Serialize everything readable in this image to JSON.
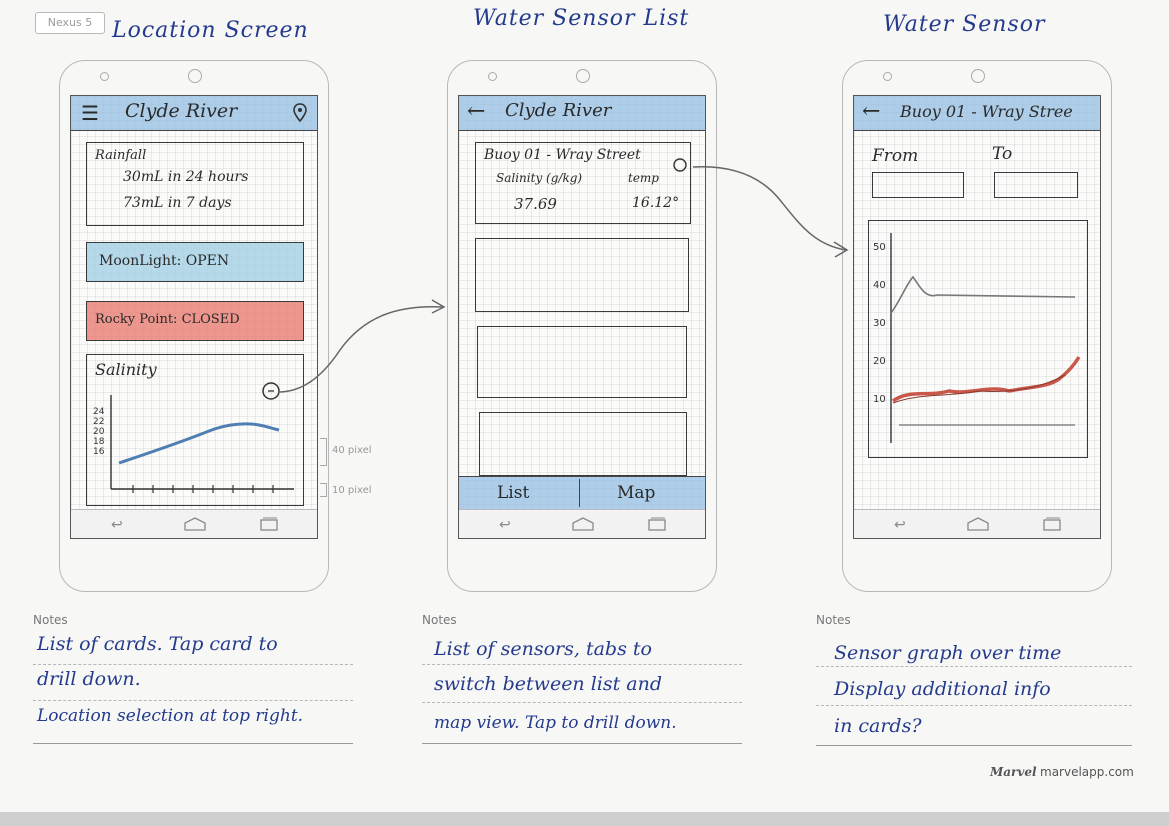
{
  "device_tag": "Nexus 5",
  "screens": [
    {
      "heading": "Location Screen",
      "appbar_title": "Clyde River",
      "rainfall_label": "Rainfall",
      "rainfall_line1": "30mL in 24 hours",
      "rainfall_line2": "73mL in 7 days",
      "moonlight": "MoonLight: OPEN",
      "rocky_point": "Rocky Point: CLOSED",
      "salinity_label": "Salinity",
      "salinity_ticks": [
        "24",
        "22",
        "20",
        "18",
        "16"
      ],
      "annot_40": "40 pixel",
      "annot_10": "10 pixel"
    },
    {
      "heading": "Water Sensor List",
      "appbar_title": "Clyde River",
      "buoy_title": "Buoy 01 - Wray Street",
      "salinity_label": "Salinity (g/kg)",
      "temp_label": "temp",
      "salinity_value": "37.69",
      "temp_value": "16.12°",
      "tab_list": "List",
      "tab_map": "Map"
    },
    {
      "heading": "Water Sensor",
      "appbar_title": "Buoy 01 - Wray Stree",
      "from_label": "From",
      "to_label": "To",
      "y_ticks": [
        "50",
        "40",
        "30",
        "20",
        "10"
      ]
    }
  ],
  "notes": [
    {
      "label": "Notes",
      "lines": [
        "List of cards. Tap card to",
        "drill down.",
        "Location selection at top right."
      ]
    },
    {
      "label": "Notes",
      "lines": [
        "List of sensors, tabs to",
        "switch between list and",
        "map view. Tap to drill down."
      ]
    },
    {
      "label": "Notes",
      "lines": [
        "Sensor graph over time",
        "Display additional info",
        "in cards?"
      ]
    }
  ],
  "footer": {
    "brand": "Marvel",
    "url": "marvelapp.com"
  },
  "icons": [
    "menu-icon",
    "location-pin-icon",
    "back-arrow-icon",
    "nav-back-icon",
    "nav-home-icon",
    "nav-recents-icon"
  ],
  "colors": {
    "appbar": "#93bee2",
    "open_card": "#a9d2e6",
    "closed_card": "#e9847a",
    "pen_ink": "#243a8c"
  }
}
